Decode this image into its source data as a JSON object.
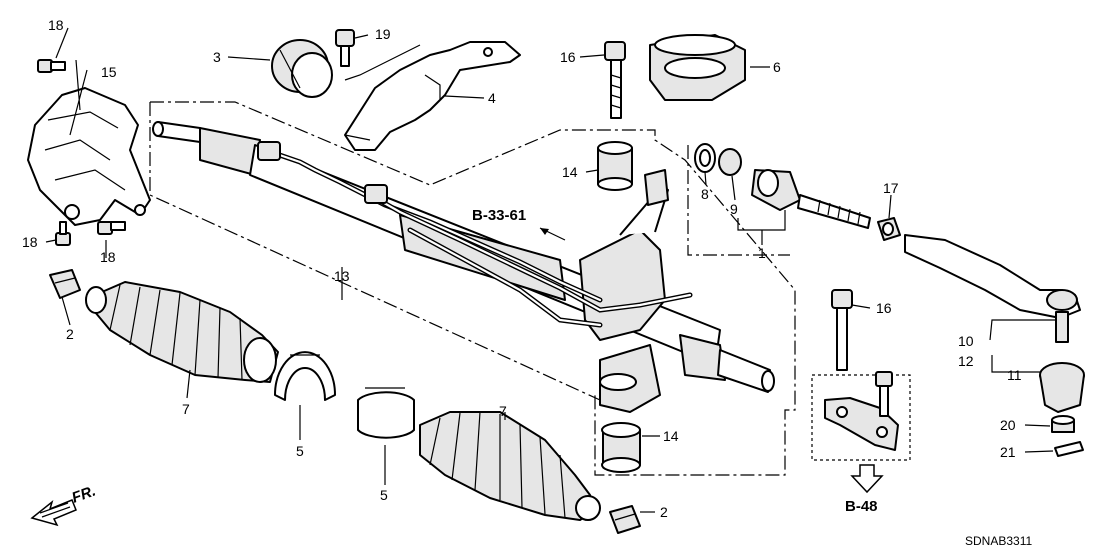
{
  "callouts": {
    "c1": "1",
    "c2a": "2",
    "c2b": "2",
    "c3": "3",
    "c4": "4",
    "c5a": "5",
    "c5b": "5",
    "c6": "6",
    "c7a": "7",
    "c7b": "7",
    "c8": "8",
    "c9": "9",
    "c10": "10",
    "c11": "11",
    "c12": "12",
    "c13": "13",
    "c14a": "14",
    "c14b": "14",
    "c15": "15",
    "c16a": "16",
    "c16b": "16",
    "c17": "17",
    "c18a": "18",
    "c18b": "18",
    "c18c": "18",
    "c19": "19",
    "c20": "20",
    "c21": "21"
  },
  "references": {
    "ref_a": "B-33-61",
    "ref_b": "B-48"
  },
  "direction": {
    "label": "FR."
  },
  "diagram_code": "SDNAB3311"
}
